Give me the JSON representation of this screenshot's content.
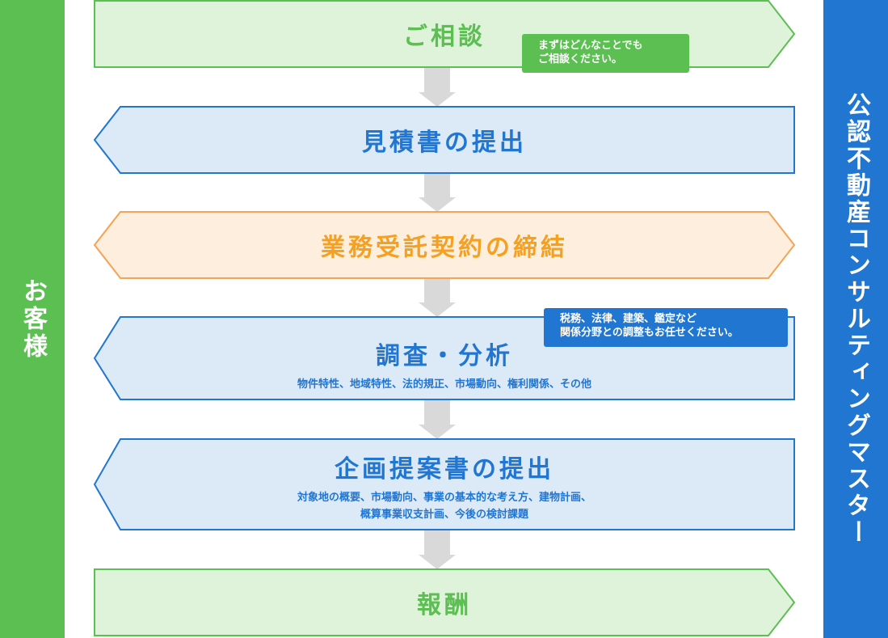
{
  "client_label": "お客様",
  "company_label": "公認不動産コンサルティングマスター",
  "steps": [
    {
      "title": "ご相談",
      "direction": "right",
      "fill": "#dff3da",
      "stroke": "#5cbf52",
      "text_color": "#5cbf52"
    },
    {
      "title": "見積書の提出",
      "direction": "left",
      "fill": "#dce9f7",
      "stroke": "#2176d2",
      "text_color": "#2176d2"
    },
    {
      "title": "業務受託契約の締結",
      "direction": "both",
      "fill": "#feeedd",
      "stroke": "#f5a354",
      "text_color": "#f5a020"
    },
    {
      "title": "調査・分析",
      "direction": "left",
      "fill": "#dce9f7",
      "stroke": "#2176d2",
      "text_color": "#2176d2",
      "sub": "物件特性、地域特性、法的規正、市場動向、権利関係、その他"
    },
    {
      "title": "企画提案書の提出",
      "direction": "left",
      "fill": "#dce9f7",
      "stroke": "#2176d2",
      "text_color": "#2176d2",
      "sub": "対象地の概要、市場動向、事業の基本的な考え方、建物計画、",
      "sub2": "概算事業収支計画、今後の検討課題"
    },
    {
      "title": "報酬",
      "direction": "right",
      "fill": "#dff3da",
      "stroke": "#5cbf52",
      "text_color": "#5cbf52"
    }
  ],
  "notes": {
    "consult": {
      "line1": "まずはどんなことでも",
      "line2": "ご相談ください。"
    },
    "analysis": {
      "line1": "税務、法律、建築、鑑定など",
      "line2": "関係分野との調整もお任せください。"
    }
  },
  "colors": {
    "connector": "#d9d9d9",
    "green": "#5cbf52",
    "blue": "#2176d2",
    "orange": "#f5a354"
  }
}
